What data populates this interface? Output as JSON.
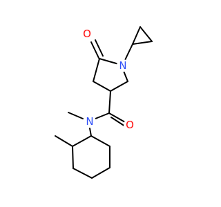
{
  "molecule": {
    "atoms": {
      "o_lactam": {
        "symbol": "O",
        "color": "#ff0d0d"
      },
      "n_ring": {
        "symbol": "N",
        "color": "#3050f8"
      },
      "n_amide": {
        "symbol": "N",
        "color": "#3050f8"
      },
      "o_amide": {
        "symbol": "O",
        "color": "#ff0d0d"
      }
    },
    "bond_color": "#000000"
  }
}
